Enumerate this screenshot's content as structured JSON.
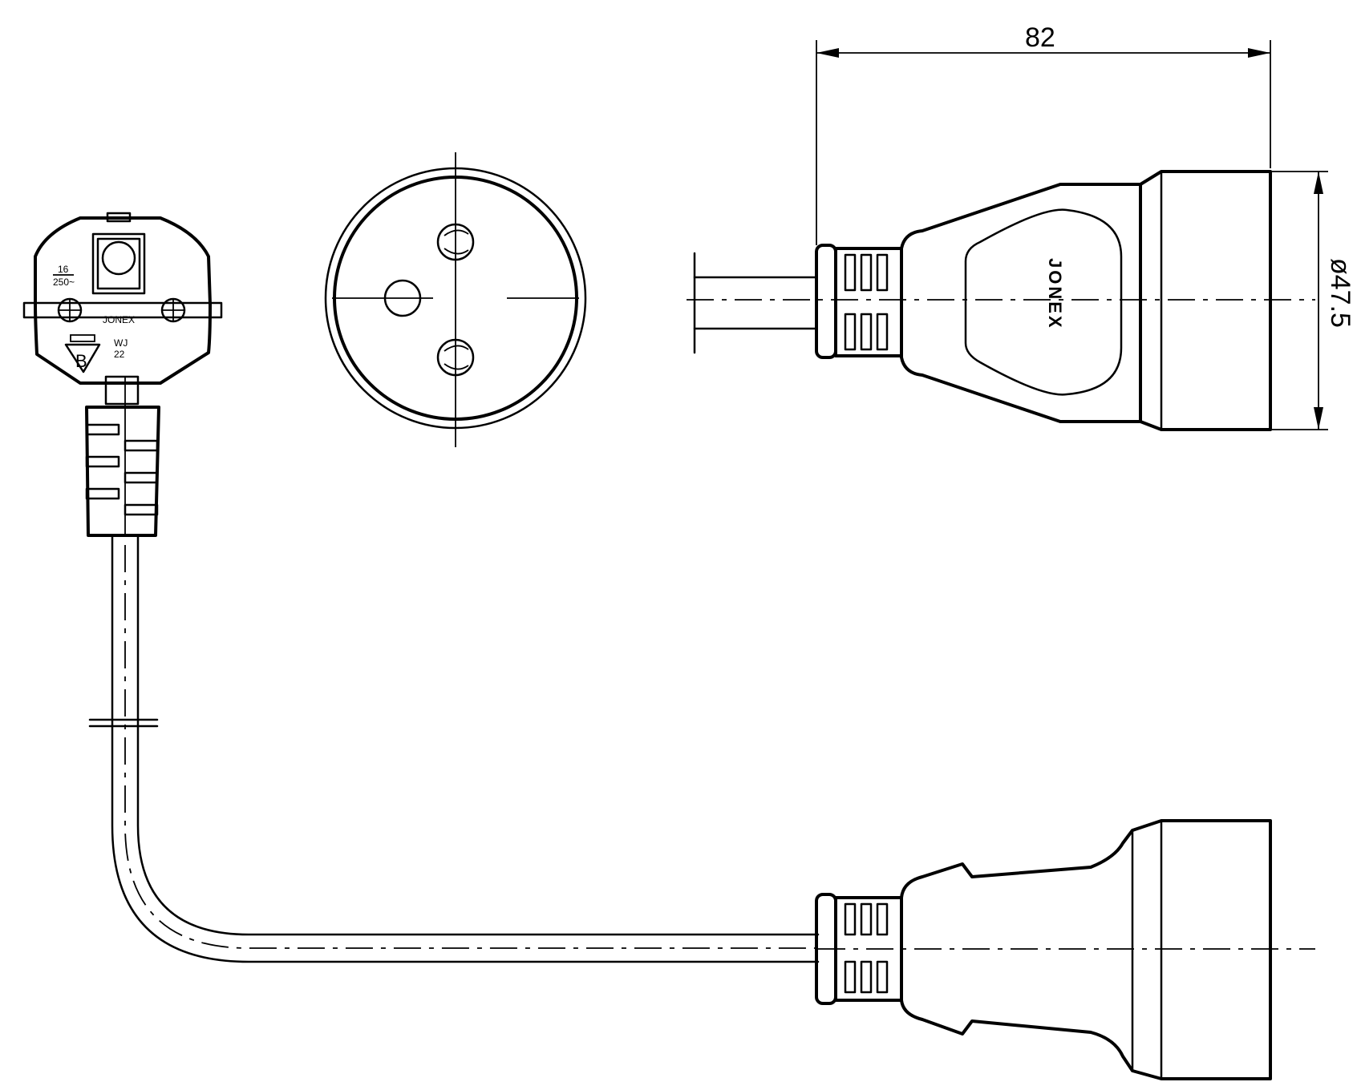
{
  "dimensions": {
    "length_label": "82",
    "diameter_label": "ø47.5"
  },
  "plug_face": {
    "rating_current": "16",
    "rating_voltage": "250~",
    "brand": "JONEX",
    "cert_letter": "B",
    "wire_code": "WJ",
    "wire_size": "22"
  },
  "socket_side": {
    "brand": "JONEX"
  }
}
